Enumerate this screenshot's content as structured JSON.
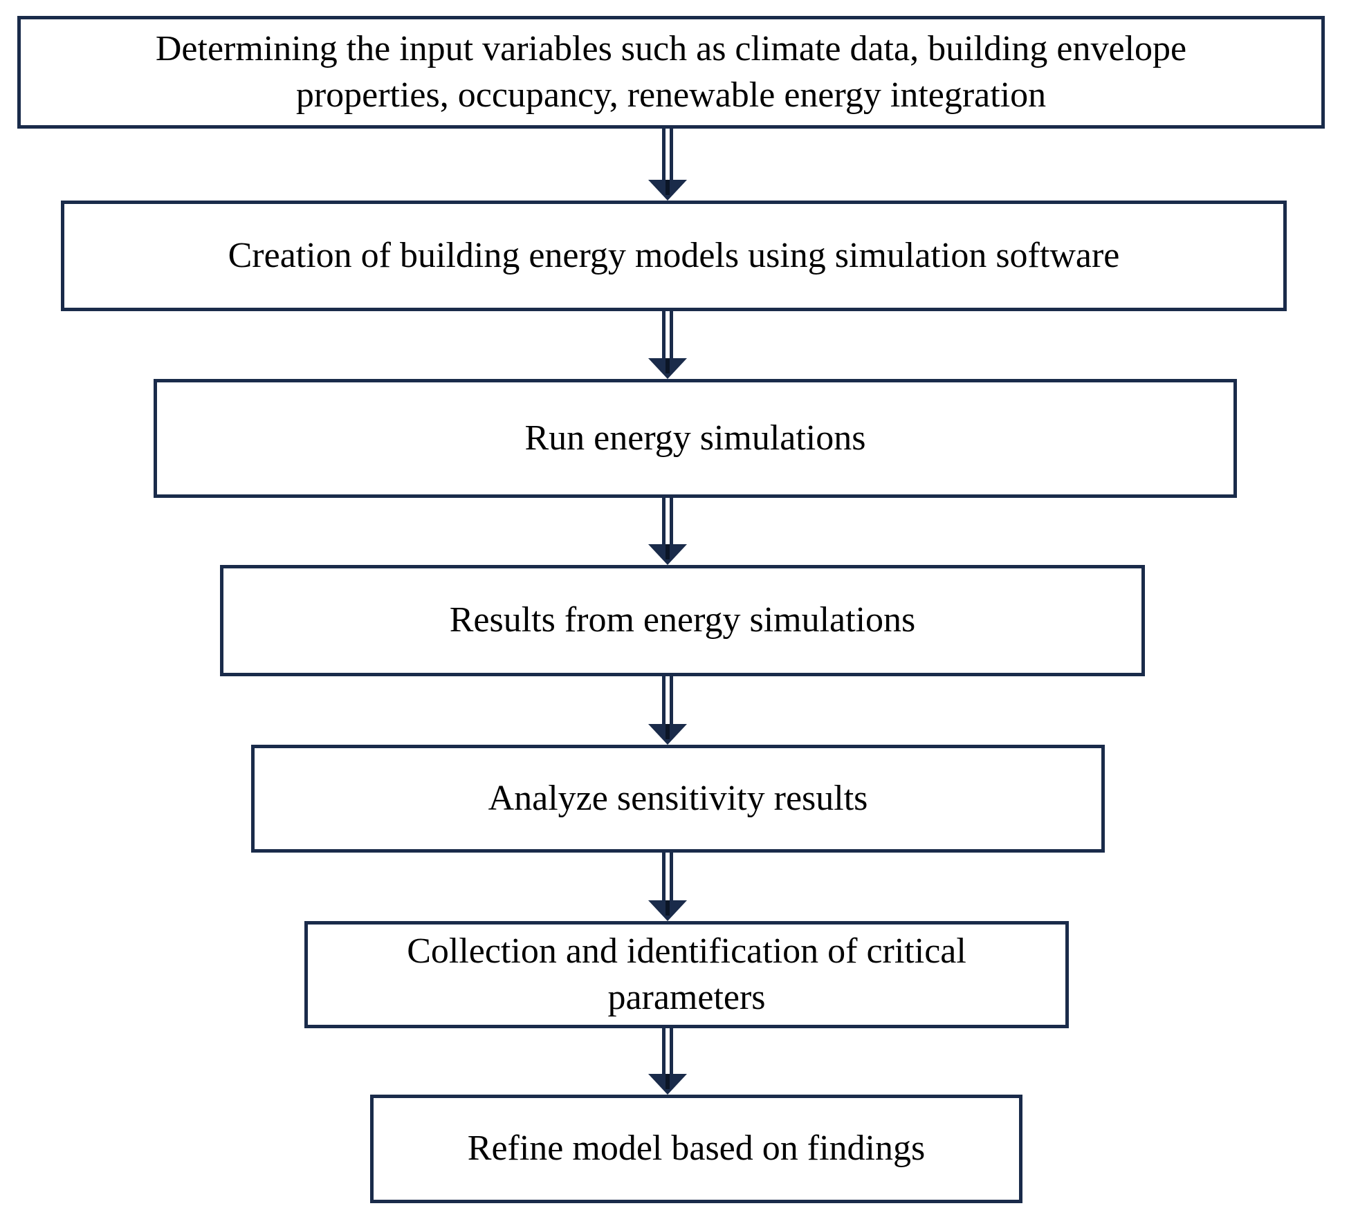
{
  "diagram": {
    "type": "flowchart",
    "orientation": "top-to-bottom",
    "colors": {
      "border": "#1a2b4a",
      "fill": "#ffffff",
      "text": "#000000",
      "arrow": "#1a2b4a"
    },
    "nodes": [
      {
        "id": "node-0",
        "label": "Determining the input variables such as climate data, building envelope\nproperties, occupancy, renewable energy integration",
        "lines": 2
      },
      {
        "id": "node-1",
        "label": "Creation of building energy models using simulation software",
        "lines": 1
      },
      {
        "id": "node-2",
        "label": "Run energy simulations",
        "lines": 1
      },
      {
        "id": "node-3",
        "label": "Results from energy simulations",
        "lines": 1
      },
      {
        "id": "node-4",
        "label": "Analyze sensitivity results",
        "lines": 1
      },
      {
        "id": "node-5",
        "label": "Collection and identification of critical\nparameters",
        "lines": 2
      },
      {
        "id": "node-6",
        "label": "Refine model based on findings",
        "lines": 1
      }
    ],
    "edges": [
      {
        "id": "conn-0",
        "from": "node-0",
        "to": "node-1",
        "marker": "arrow-down"
      },
      {
        "id": "conn-1",
        "from": "node-1",
        "to": "node-2",
        "marker": "arrow-down"
      },
      {
        "id": "conn-2",
        "from": "node-2",
        "to": "node-3",
        "marker": "arrow-down"
      },
      {
        "id": "conn-3",
        "from": "node-3",
        "to": "node-4",
        "marker": "arrow-down"
      },
      {
        "id": "conn-4",
        "from": "node-4",
        "to": "node-5",
        "marker": "arrow-down"
      },
      {
        "id": "conn-5",
        "from": "node-5",
        "to": "node-6",
        "marker": "arrow-down"
      }
    ]
  }
}
